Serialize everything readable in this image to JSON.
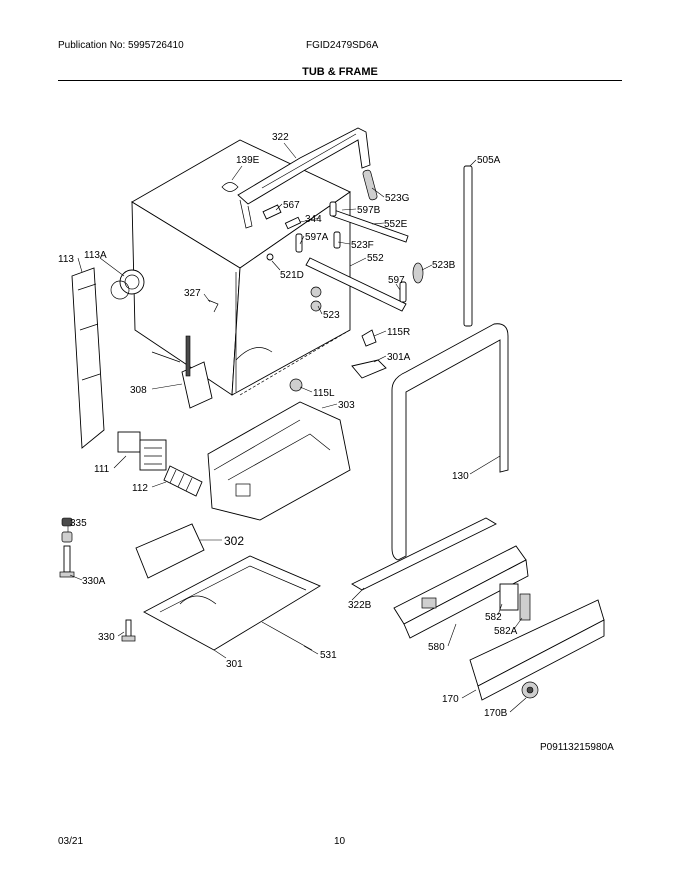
{
  "header": {
    "publication": "Publication No: 5995726410",
    "model": "FGID2479SD6A",
    "section_title": "TUB & FRAME"
  },
  "footer": {
    "date": "03/21",
    "page": "10",
    "diagram_code": "P09113215980A"
  },
  "callouts": {
    "c322": "322",
    "c139E": "139E",
    "c567": "567",
    "c344": "344",
    "c597B": "597B",
    "c523G": "523G",
    "c552E": "552E",
    "c505A": "505A",
    "c597A": "597A",
    "c523F": "523F",
    "c552": "552",
    "c523B": "523B",
    "c113": "113",
    "c113A": "113A",
    "c521D": "521D",
    "c597": "597",
    "c327": "327",
    "c523": "523",
    "c115R": "115R",
    "c301A": "301A",
    "c308": "308",
    "c115L": "115L",
    "c303": "303",
    "c111": "111",
    "c130": "130",
    "c112": "112",
    "c335": "335",
    "c302": "302",
    "c330A": "330A",
    "c322B": "322B",
    "c582": "582",
    "c582A": "582A",
    "c330": "330",
    "c580": "580",
    "c301": "301",
    "c531": "531",
    "c170": "170",
    "c170B": "170B"
  }
}
